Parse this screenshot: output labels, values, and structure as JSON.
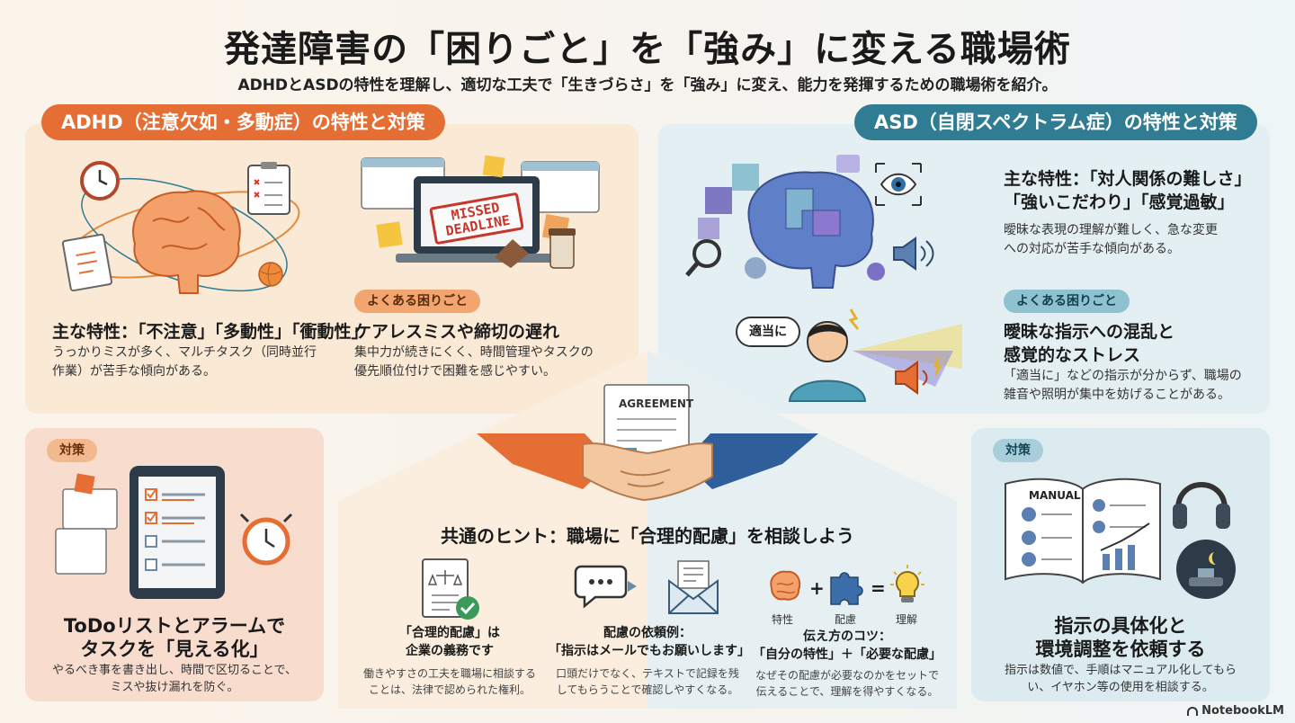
{
  "header": {
    "title": "発達障害の「困りごと」を「強み」に変える職場術",
    "subtitle": "ADHDとASDの特性を理解し、適切な工夫で「生きづらさ」を「強み」に変え、能力を発揮するための職場術を紹介。"
  },
  "adhd": {
    "tab": "ADHD（注意欠如・多動症）の特性と対策",
    "trait_title": "主な特性：「不注意」「多動性」「衝動性」",
    "trait_body_1": "うっかりミスが多く、マルチタスク（同時並行",
    "trait_body_2": "作業）が苦手な傾向がある。",
    "badge": "よくある困りごと",
    "problem_title": "ケアレスミスや締切の遅れ",
    "problem_body_1": "集中力が続きにくく、時間管理やタスクの",
    "problem_body_2": "優先順位付けで困難を感じやすい。",
    "stamp_1": "MISSED",
    "stamp_2": "DEADLINE"
  },
  "asd": {
    "tab": "ASD（自閉スペクトラム症）の特性と対策",
    "trait_title_1": "主な特性：「対人関係の難しさ」",
    "trait_title_2": "「強いこだわり」「感覚過敏」",
    "trait_body_1": "曖昧な表現の理解が難しく、急な変更",
    "trait_body_2": "への対応が苦手な傾向がある。",
    "badge": "よくある困りごと",
    "problem_title_1": "曖昧な指示への混乱と",
    "problem_title_2": "感覚的なストレス",
    "problem_body_1": "「適当に」などの指示が分からず、職場の",
    "problem_body_2": "雑音や照明が集中を妨げることがある。",
    "bubble": "適当に"
  },
  "adhd_measure": {
    "badge": "対策",
    "title_1": "ToDoリストとアラームで",
    "title_2": "タスクを「見える化」",
    "body_1": "やるべき事を書き出し、時間で区切ることで、",
    "body_2": "ミスや抜け漏れを防ぐ。"
  },
  "asd_measure": {
    "badge": "対策",
    "manual": "MANUAL",
    "title_1": "指示の具体化と",
    "title_2": "環境調整を依頼する",
    "body_1": "指示は数値で、手順はマニュアル化してもら",
    "body_2": "い、イヤホン等の使用を相談する。"
  },
  "common": {
    "agreement": "AGREEMENT",
    "heading": "共通のヒント：職場に「合理的配慮」を相談しよう",
    "tip1": {
      "title_1": "「合理的配慮」は",
      "title_2": "企業の義務です",
      "body_1": "働きやすさの工夫を職場に相談する",
      "body_2": "ことは、法律で認められた権利。"
    },
    "tip2": {
      "title_1": "配慮の依頼例：",
      "title_2": "「指示はメールでもお願いします」",
      "body_1": "口頭だけでなく、テキストで記録を残",
      "body_2": "してもらうことで確認しやすくなる。"
    },
    "tip3": {
      "label_a": "特性",
      "label_b": "配慮",
      "label_c": "理解",
      "plus": "+",
      "equals": "=",
      "title_1": "伝え方のコツ：",
      "title_2": "「自分の特性」＋「必要な配慮」",
      "body_1": "なぜその配慮が必要なのかをセットで",
      "body_2": "伝えることで、理解を得やすくなる。"
    }
  },
  "brand": "NotebookLM",
  "colors": {
    "orange": "#e46e34",
    "teal": "#2f7c93"
  }
}
